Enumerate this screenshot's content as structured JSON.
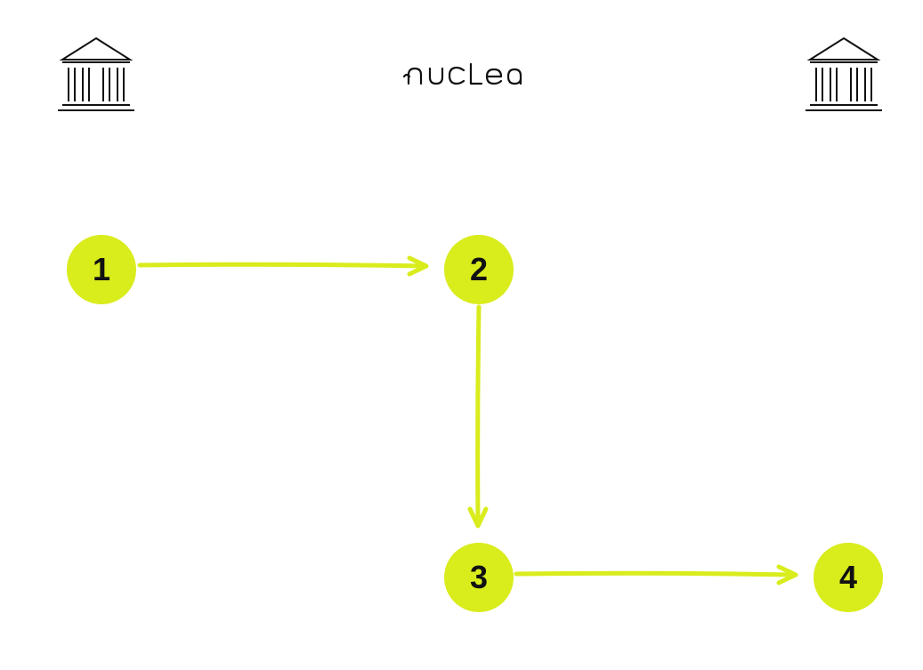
{
  "brand": {
    "logo_text": "nuclea"
  },
  "colors": {
    "accent": "#d9ec1c",
    "icon_stroke": "#111111"
  },
  "icons": {
    "left_institution": "bank-building-icon",
    "right_institution": "bank-building-icon",
    "arrow": "arrow-right-icon"
  },
  "steps": [
    {
      "label": "1"
    },
    {
      "label": "2"
    },
    {
      "label": "3"
    },
    {
      "label": "4"
    }
  ]
}
